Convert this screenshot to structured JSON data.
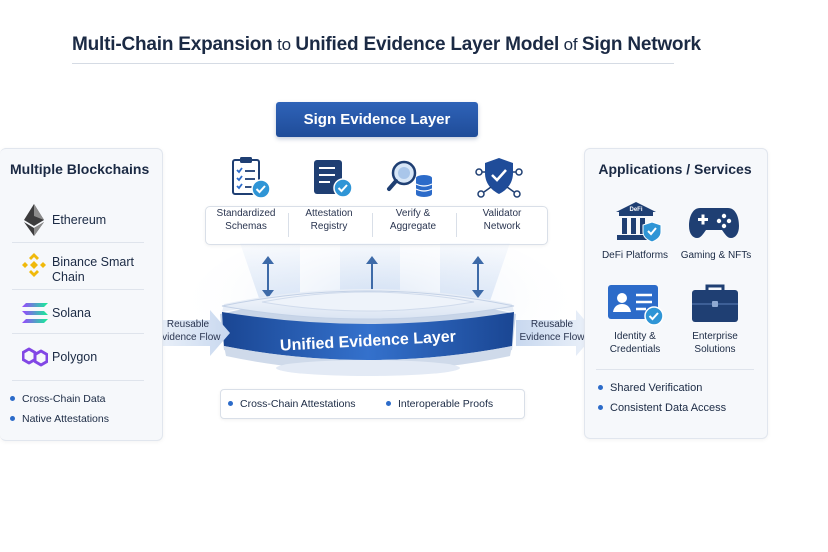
{
  "title": {
    "part1": "Multi-Chain Expansion",
    "part2": " to ",
    "part3": "Unified Evidence Layer Model",
    "part4": " of ",
    "part5": "Sign Network"
  },
  "top_layer": {
    "banner": "Sign Evidence Layer",
    "tools": [
      {
        "line1": "Standardized",
        "line2": "Schemas",
        "icon": "checklist-icon"
      },
      {
        "line1": "Attestation",
        "line2": "Registry",
        "icon": "server-check-icon"
      },
      {
        "line1": "Verify &",
        "line2": "Aggregate",
        "icon": "magnifier-database-icon"
      },
      {
        "line1": "Validator",
        "line2": "Network",
        "icon": "shield-network-icon"
      }
    ]
  },
  "left_panel": {
    "title": "Multiple Blockchains",
    "chains": [
      {
        "name": "Ethereum",
        "icon": "ethereum-icon"
      },
      {
        "name": "Binance Smart",
        "name2": "Chain",
        "icon": "binance-icon"
      },
      {
        "name": "Solana",
        "icon": "solana-icon"
      },
      {
        "name": "Polygon",
        "icon": "polygon-icon"
      }
    ],
    "bullets": [
      "Cross-Chain Data",
      "Native Attestations"
    ]
  },
  "center": {
    "platform_label": "Unified Evidence Layer",
    "bottom_items": [
      "Cross-Chain Attestations",
      "Interoperable Proofs"
    ]
  },
  "flows": {
    "left": {
      "line1": "Reusable",
      "line2": "Evidence Flow"
    },
    "right": {
      "line1": "Reusable",
      "line2": "Evidence Flow"
    }
  },
  "right_panel": {
    "title": "Applications / Services",
    "apps": [
      {
        "line1": "DeFi Platforms",
        "line2": "",
        "icon": "bank-icon",
        "badge": "DeFi"
      },
      {
        "line1": "Gaming & NFTs",
        "line2": "",
        "icon": "gamepad-icon"
      },
      {
        "line1": "Identity &",
        "line2": "Credentials",
        "icon": "id-card-icon"
      },
      {
        "line1": "Enterprise",
        "line2": "Solutions",
        "icon": "briefcase-icon"
      }
    ],
    "bullets": [
      "Shared Verification",
      "Consistent Data Access"
    ]
  },
  "colors": {
    "primary_blue": "#1f4c99",
    "accent_blue": "#2c6bc9",
    "check_blue": "#2f95d6",
    "navy_text": "#1b2a44"
  }
}
